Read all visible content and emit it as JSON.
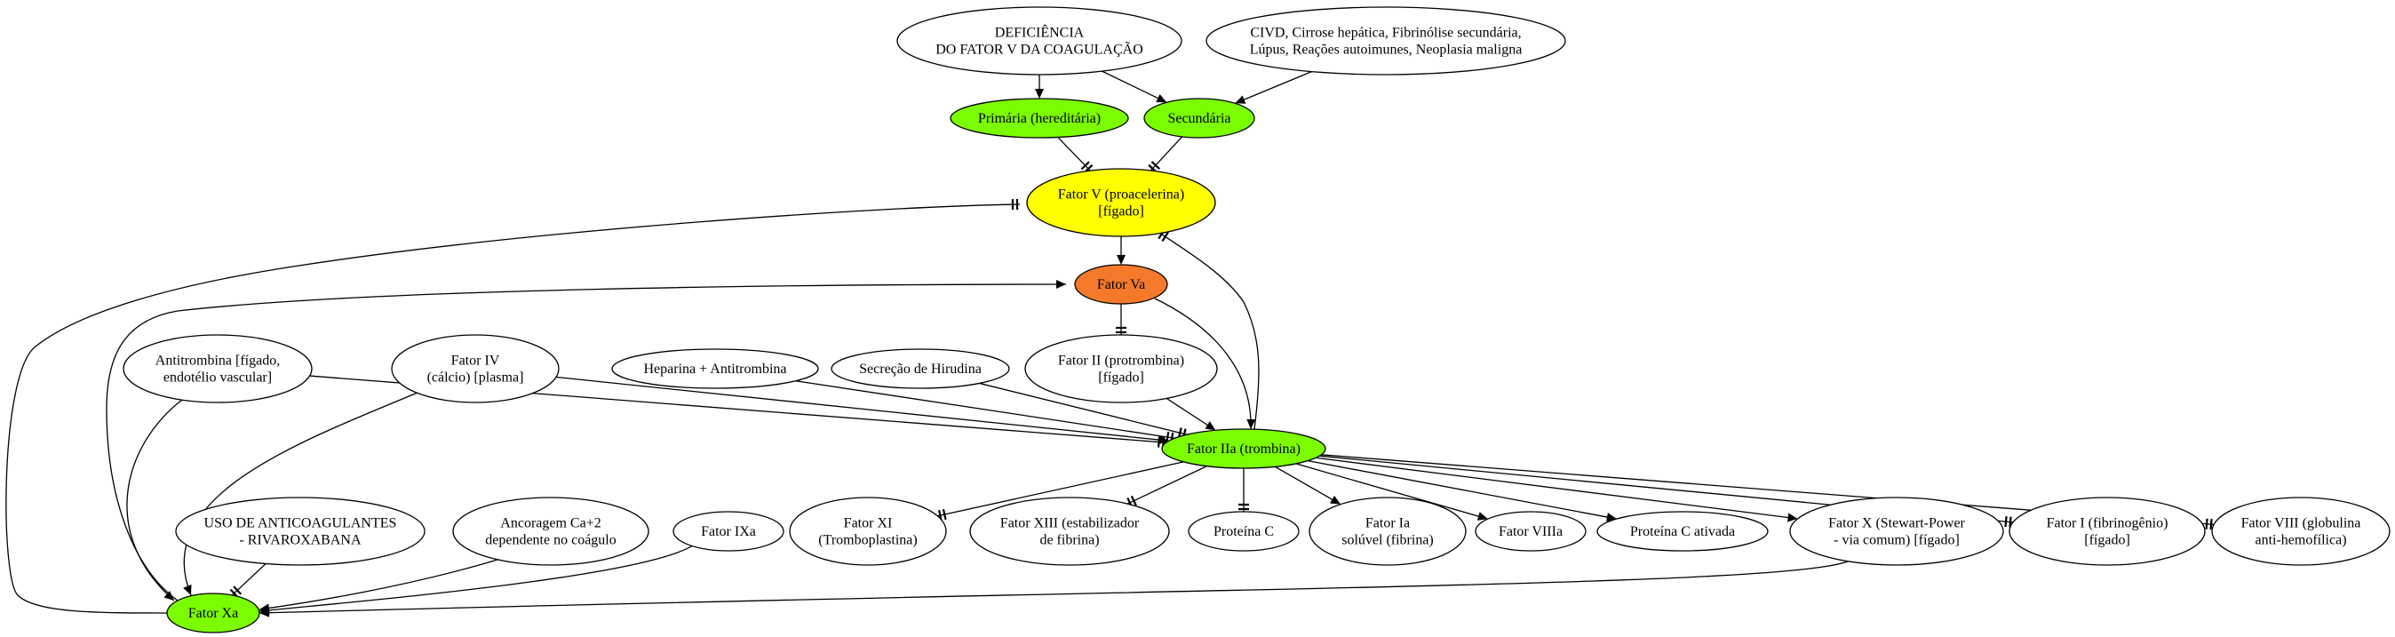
{
  "colors": {
    "green": "#7cfc00",
    "yellow": "#ffff00",
    "orange": "#f4792a",
    "white": "#ffffff",
    "line": "#000000"
  },
  "nodes": {
    "deficiencia": {
      "lines": [
        "DEFICIÊNCIA",
        "DO FATOR V DA COAGULAÇÃO"
      ],
      "fill": "white"
    },
    "causas_sec": {
      "lines": [
        "CIVD, Cirrose hepática, Fibrinólise secundária,",
        "Lúpus, Reações autoimunes, Neoplasia maligna"
      ],
      "fill": "white"
    },
    "primaria": {
      "lines": [
        "Primária (hereditária)"
      ],
      "fill": "green"
    },
    "secundaria": {
      "lines": [
        "Secundária"
      ],
      "fill": "green"
    },
    "fator_v": {
      "lines": [
        "Fator V (proacelerina)",
        "[fígado]"
      ],
      "fill": "yellow"
    },
    "fator_va": {
      "lines": [
        "Fator Va"
      ],
      "fill": "orange"
    },
    "antitrombina": {
      "lines": [
        "Antitrombina [fígado,",
        "endotélio vascular]"
      ],
      "fill": "white"
    },
    "fator_iv": {
      "lines": [
        "Fator IV",
        "(cálcio) [plasma]"
      ],
      "fill": "white"
    },
    "heparina": {
      "lines": [
        "Heparina + Antitrombina"
      ],
      "fill": "white"
    },
    "hirudina": {
      "lines": [
        "Secreção de Hirudina"
      ],
      "fill": "white"
    },
    "fator_ii": {
      "lines": [
        "Fator II (protrombina)",
        "[fígado]"
      ],
      "fill": "white"
    },
    "fator_iia": {
      "lines": [
        "Fator IIa (trombina)"
      ],
      "fill": "green"
    },
    "anticoag": {
      "lines": [
        "USO DE ANTICOAGULANTES",
        "- RIVAROXABANA"
      ],
      "fill": "white"
    },
    "ancoragem": {
      "lines": [
        "Ancoragem Ca+2",
        "dependente no coágulo"
      ],
      "fill": "white"
    },
    "fator_ixa": {
      "lines": [
        "Fator IXa"
      ],
      "fill": "white"
    },
    "fator_xi": {
      "lines": [
        "Fator XI",
        "(Tromboplastina)"
      ],
      "fill": "white"
    },
    "fator_xiii": {
      "lines": [
        "Fator XIII (estabilizador",
        "de fibrina)"
      ],
      "fill": "white"
    },
    "proteina_c": {
      "lines": [
        "Proteína C"
      ],
      "fill": "white"
    },
    "fator_ia": {
      "lines": [
        "Fator Ia",
        "solúvel (fibrina)"
      ],
      "fill": "white"
    },
    "fator_viiia": {
      "lines": [
        "Fator VIIIa"
      ],
      "fill": "white"
    },
    "proteina_c_ativada": {
      "lines": [
        "Proteína C ativada"
      ],
      "fill": "white"
    },
    "fator_x": {
      "lines": [
        "Fator X (Stewart-Power",
        "- via comum) [fígado]"
      ],
      "fill": "white"
    },
    "fator_i": {
      "lines": [
        "Fator I (fibrinogênio)",
        "[fígado]"
      ],
      "fill": "white"
    },
    "fator_viii": {
      "lines": [
        "Fator VIII (globulina",
        "anti-hemofílica)"
      ],
      "fill": "white"
    },
    "fator_xa": {
      "lines": [
        "Fator Xa"
      ],
      "fill": "green"
    }
  },
  "edges": [
    {
      "from": "deficiencia",
      "to": "primaria",
      "head": "arrow"
    },
    {
      "from": "deficiencia",
      "to": "secundaria",
      "head": "arrow"
    },
    {
      "from": "causas_sec",
      "to": "secundaria",
      "head": "arrow"
    },
    {
      "from": "primaria",
      "to": "fator_v",
      "head": "tee"
    },
    {
      "from": "secundaria",
      "to": "fator_v",
      "head": "tee"
    },
    {
      "from": "fator_v",
      "to": "fator_va",
      "head": "arrow"
    },
    {
      "from": "fator_va",
      "to": "fator_ii",
      "head": "tee"
    },
    {
      "from": "fator_va",
      "to": "fator_iia",
      "head": "arrow"
    },
    {
      "from": "fator_ii",
      "to": "fator_iia",
      "head": "arrow"
    },
    {
      "from": "antitrombina",
      "to": "fator_iia",
      "head": "tee"
    },
    {
      "from": "fator_iv",
      "to": "fator_iia",
      "head": "arrow"
    },
    {
      "from": "heparina",
      "to": "fator_iia",
      "head": "tee"
    },
    {
      "from": "hirudina",
      "to": "fator_iia",
      "head": "tee"
    },
    {
      "from": "fator_iia",
      "to": "fator_v",
      "head": "tee"
    },
    {
      "from": "fator_iia",
      "to": "fator_xi",
      "head": "tee"
    },
    {
      "from": "fator_iia",
      "to": "fator_xiii",
      "head": "tee"
    },
    {
      "from": "fator_iia",
      "to": "proteina_c",
      "head": "tee"
    },
    {
      "from": "fator_iia",
      "to": "fator_ia",
      "head": "arrow"
    },
    {
      "from": "fator_iia",
      "to": "fator_viiia",
      "head": "arrow"
    },
    {
      "from": "fator_iia",
      "to": "proteina_c_ativada",
      "head": "arrow"
    },
    {
      "from": "fator_iia",
      "to": "fator_x",
      "head": "arrow"
    },
    {
      "from": "fator_iia",
      "to": "fator_i",
      "head": "tee"
    },
    {
      "from": "fator_iia",
      "to": "fator_viii",
      "head": "tee"
    },
    {
      "from": "antitrombina",
      "to": "fator_xa",
      "head": "arrow"
    },
    {
      "from": "fator_iv",
      "to": "fator_xa",
      "head": "arrow"
    },
    {
      "from": "anticoag",
      "to": "fator_xa",
      "head": "tee"
    },
    {
      "from": "ancoragem",
      "to": "fator_xa",
      "head": "arrow"
    },
    {
      "from": "fator_ixa",
      "to": "fator_xa",
      "head": "arrow"
    },
    {
      "from": "fator_x",
      "to": "fator_xa",
      "head": "arrow"
    },
    {
      "from": "fator_xa",
      "to": "fator_v",
      "head": "tee"
    },
    {
      "from": "fator_xa",
      "to": "fator_va",
      "head": "arrow"
    }
  ]
}
